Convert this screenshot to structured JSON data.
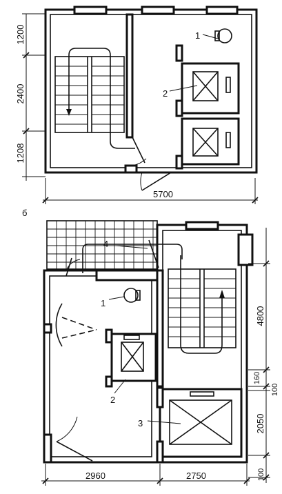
{
  "plan_a": {
    "labels": {
      "extinguisher": "1",
      "elevator": "2"
    },
    "dims": {
      "top_span": "1200",
      "middle_span": "2400",
      "bottom_span": "1208",
      "width": "5700"
    }
  },
  "plan_b": {
    "caption": "б",
    "labels": {
      "extinguisher": "1",
      "elevator": "2",
      "freight_elevator": "3",
      "balcony": "4"
    },
    "dims": {
      "stair_height": "4800",
      "gap_a": "160",
      "gap_b": "100",
      "freight_height": "2050",
      "bottom_gap": "100",
      "left_width": "2960",
      "right_width": "2750"
    }
  }
}
